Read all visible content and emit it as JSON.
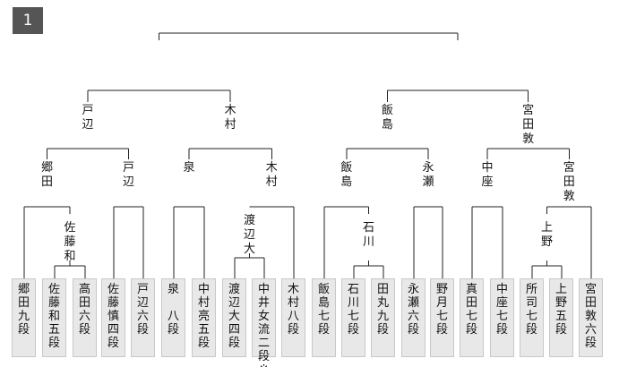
{
  "bracket_number": "1",
  "players": [
    {
      "id": "p1",
      "name": "郷田九段"
    },
    {
      "id": "p2",
      "name": "佐藤和五段"
    },
    {
      "id": "p3",
      "name": "高田六段"
    },
    {
      "id": "p4",
      "name": "佐藤慎四段"
    },
    {
      "id": "p5",
      "name": "戸辺六段"
    },
    {
      "id": "p6",
      "name": "泉　八段"
    },
    {
      "id": "p7",
      "name": "中村亮五段"
    },
    {
      "id": "p8",
      "name": "渡辺大四段"
    },
    {
      "id": "p9",
      "name": "中井女流二段※"
    },
    {
      "id": "p10",
      "name": "木村八段"
    },
    {
      "id": "p11",
      "name": "飯島七段"
    },
    {
      "id": "p12",
      "name": "石川七段"
    },
    {
      "id": "p13",
      "name": "田丸九段"
    },
    {
      "id": "p14",
      "name": "永瀬六段"
    },
    {
      "id": "p15",
      "name": "野月七段"
    },
    {
      "id": "p16",
      "name": "真田七段"
    },
    {
      "id": "p17",
      "name": "中座七段"
    },
    {
      "id": "p18",
      "name": "所司七段"
    },
    {
      "id": "p19",
      "name": "上野五段"
    },
    {
      "id": "p20",
      "name": "宮田敦六段"
    }
  ],
  "winners": {
    "r1": [
      "佐藤和",
      "渡辺大",
      "石川",
      "上野"
    ],
    "r2": [
      "郷田",
      "戸辺",
      "泉",
      "木村",
      "飯島",
      "永瀬",
      "中座",
      "宮田敦"
    ],
    "r3": [
      "戸辺",
      "木村",
      "飯島",
      "宮田敦"
    ],
    "r4": [],
    "final": []
  }
}
